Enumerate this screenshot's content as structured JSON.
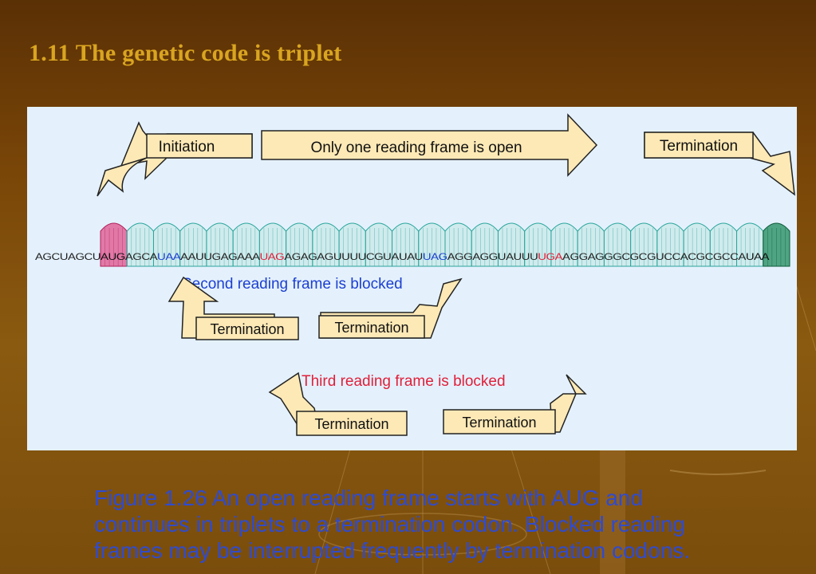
{
  "slide": {
    "title": "1.11 The genetic code is triplet"
  },
  "figure": {
    "labels": {
      "initiation": "Initiation",
      "open_frame": "Only one reading frame is open",
      "termination_top": "Termination",
      "second_blocked": "Second reading frame is blocked",
      "termination_2a": "Termination",
      "termination_2b": "Termination",
      "third_blocked": "Third reading frame is blocked",
      "termination_3a": "Termination",
      "termination_3b": "Termination"
    },
    "sequence": [
      {
        "t": "AGCUAGCU",
        "c": "#222222"
      },
      {
        "t": "AUG",
        "c": "#111111"
      },
      {
        "t": "AGCA",
        "c": "#222222"
      },
      {
        "t": "UAA",
        "c": "#1c3fd0"
      },
      {
        "t": "AAUUGAGAAA",
        "c": "#222222"
      },
      {
        "t": "UAG",
        "c": "#e0203a"
      },
      {
        "t": "AGAGAGUUUUCGUAUAU",
        "c": "#222222"
      },
      {
        "t": "UAG",
        "c": "#1c3fd0"
      },
      {
        "t": "AGGAGGUAUUU",
        "c": "#222222"
      },
      {
        "t": "UGA",
        "c": "#e0203a"
      },
      {
        "t": "AGGAGGGCGCGUCCACGCGCCA",
        "c": "#222222"
      },
      {
        "t": "UAA",
        "c": "#111111"
      }
    ],
    "colors": {
      "arrow_fill": "#fde9b6",
      "arrow_stroke": "#222222",
      "start_codon": "#e0508a",
      "stop_codon": "#1e8a5a",
      "codon_fill": "#bfe6e0",
      "codon_stroke": "#2aa59c",
      "second_frame_text": "#1c3fd0",
      "third_frame_text": "#e0203a"
    }
  },
  "caption": {
    "line1": "Figure 1.26 An open reading frame starts with AUG and",
    "line2": "continues in triplets to a termination codon. Blocked reading",
    "line3": "frames may be interrupted frequently by termination codons."
  }
}
